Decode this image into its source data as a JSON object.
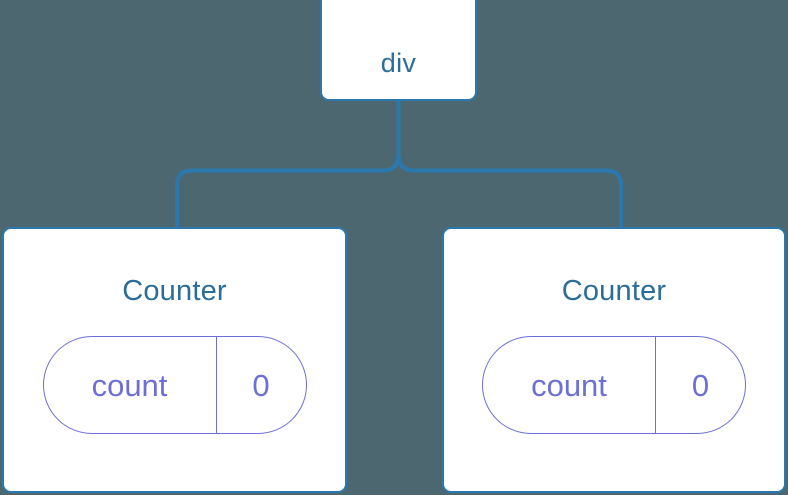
{
  "diagram": {
    "type": "component-tree",
    "background_color": "#4d6771",
    "node_border_color": "#2a78ad",
    "node_fill_color": "#ffffff",
    "node_text_color": "#2a6d99",
    "connector_color": "#2a78ad",
    "state_pill_color": "#6c6fd8"
  },
  "root": {
    "label": "div"
  },
  "children": [
    {
      "title": "Counter",
      "state": {
        "key": "count",
        "value": "0"
      }
    },
    {
      "title": "Counter",
      "state": {
        "key": "count",
        "value": "0"
      }
    }
  ]
}
